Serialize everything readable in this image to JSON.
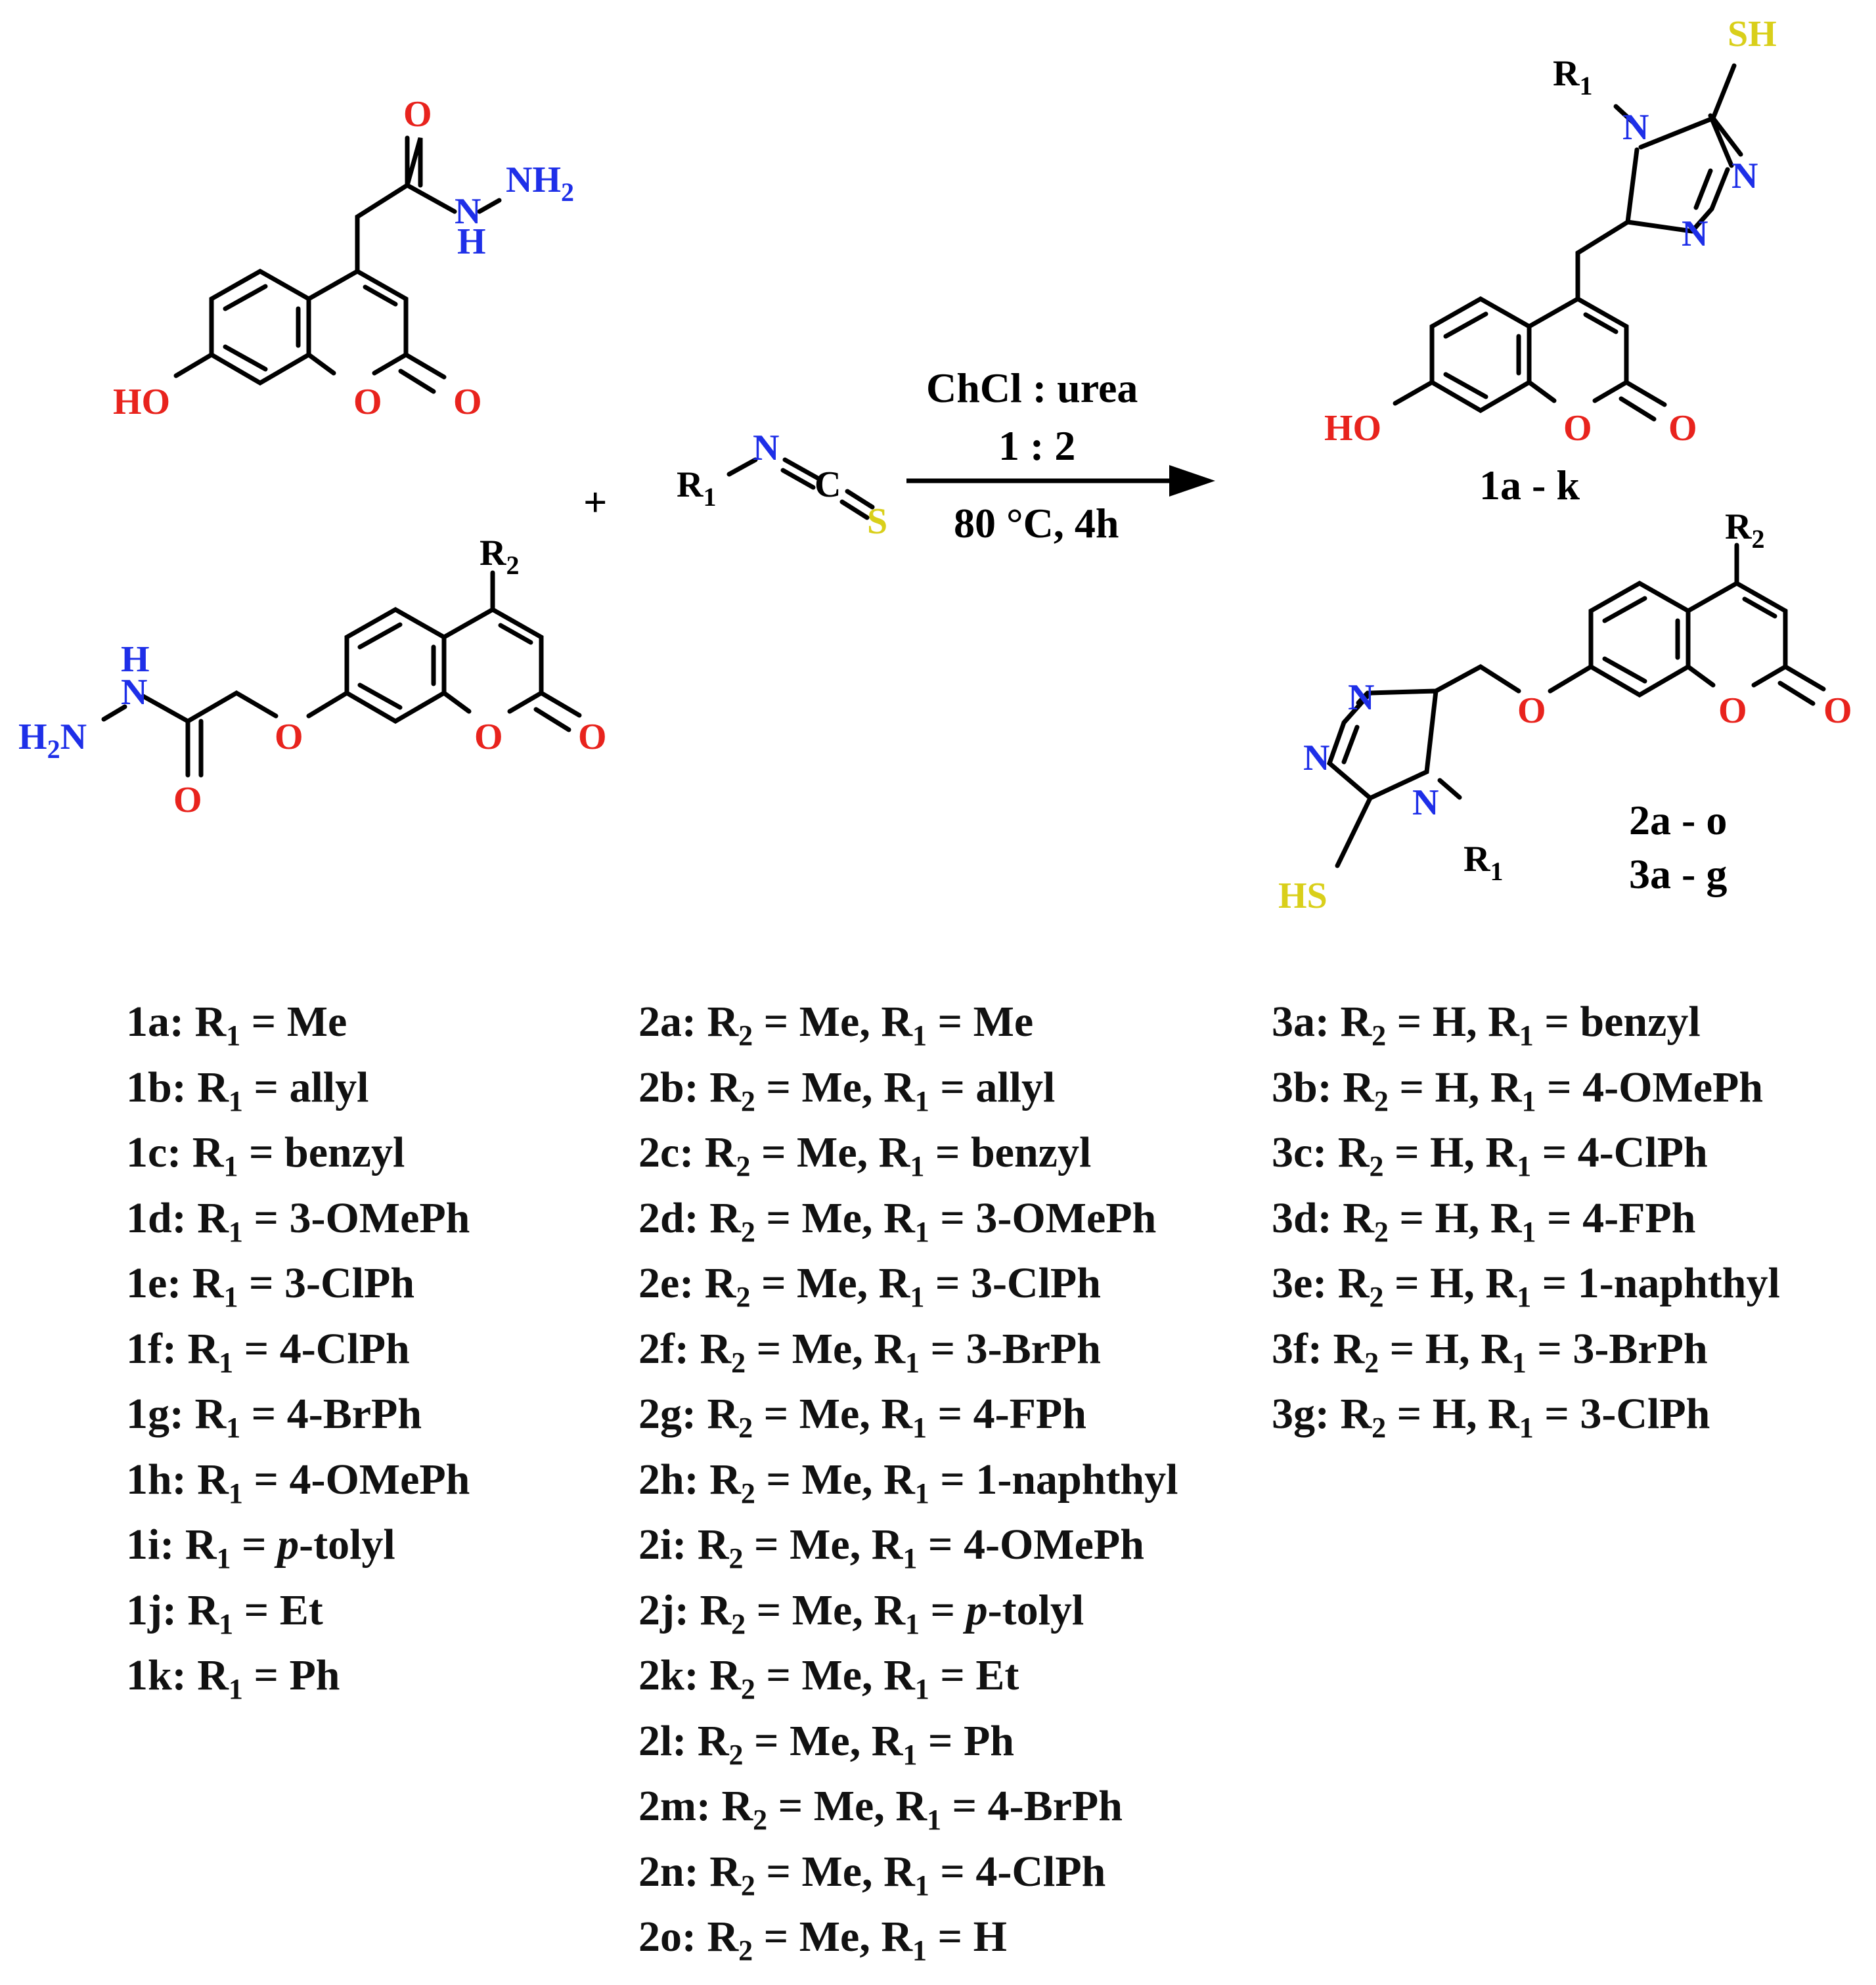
{
  "scheme": {
    "plus": "+",
    "conditions": {
      "line1": "ChCl : urea",
      "line2": "1 : 2",
      "line3": "80 °C, 4h"
    },
    "product_labels": {
      "p1": "1a - k",
      "p2": "2a - o",
      "p3": "3a - g"
    },
    "atoms": {
      "O": "O",
      "N": "N",
      "H": "H",
      "C": "C",
      "S": "S",
      "NH2": "NH",
      "H2": "H",
      "HO": "HO",
      "HS": "HS",
      "SH": "SH",
      "R": "R",
      "sub1": "1",
      "sub2": "2"
    }
  },
  "series1": [
    {
      "id": "1a:",
      "r": "R",
      "s": "1",
      "eq": " = Me"
    },
    {
      "id": "1b:",
      "r": "R",
      "s": "1",
      "eq": " = allyl"
    },
    {
      "id": "1c:",
      "r": "R",
      "s": "1",
      "eq": " = benzyl"
    },
    {
      "id": "1d:",
      "r": "R",
      "s": "1",
      "eq": " = 3-OMePh"
    },
    {
      "id": "1e:",
      "r": "R",
      "s": "1",
      "eq": " = 3-ClPh"
    },
    {
      "id": "1f:",
      "r": "R",
      "s": "1",
      "eq": " = 4-ClPh"
    },
    {
      "id": "1g:",
      "r": "R",
      "s": "1",
      "eq": " = 4-BrPh"
    },
    {
      "id": "1h:",
      "r": "R",
      "s": "1",
      "eq": " = 4-OMePh"
    },
    {
      "id": "1i:",
      "r": "R",
      "s": "1",
      "eq": " = ",
      "it": "p",
      "tail": "-tolyl"
    },
    {
      "id": "1j:",
      "r": "R",
      "s": "1",
      "eq": " = Et"
    },
    {
      "id": "1k:",
      "r": "R",
      "s": "1",
      "eq": " = Ph"
    }
  ],
  "series2": [
    {
      "id": "2a:",
      "v": "Me"
    },
    {
      "id": "2b:",
      "v": "allyl"
    },
    {
      "id": "2c:",
      "v": "benzyl"
    },
    {
      "id": "2d:",
      "v": "3-OMePh"
    },
    {
      "id": "2e:",
      "v": "3-ClPh"
    },
    {
      "id": "2f:",
      "v": "3-BrPh"
    },
    {
      "id": "2g:",
      "v": "4-FPh"
    },
    {
      "id": "2h:",
      "v": "1-naphthyl"
    },
    {
      "id": "2i:",
      "v": "4-OMePh"
    },
    {
      "id": "2j:",
      "it": "p",
      "v": "-tolyl"
    },
    {
      "id": "2k:",
      "v": "Et"
    },
    {
      "id": "2l:",
      "v": "Ph"
    },
    {
      "id": "2m:",
      "v": "4-BrPh"
    },
    {
      "id": "2n:",
      "v": "4-ClPh"
    },
    {
      "id": "2o:",
      "v": "H"
    }
  ],
  "series2_r2": "Me",
  "series3": [
    {
      "id": "3a:",
      "v": "benzyl"
    },
    {
      "id": "3b:",
      "v": "4-OMePh"
    },
    {
      "id": "3c:",
      "v": "4-ClPh"
    },
    {
      "id": "3d:",
      "v": "4-FPh"
    },
    {
      "id": "3e:",
      "v": "1-naphthyl"
    },
    {
      "id": "3f:",
      "v": "3-BrPh"
    },
    {
      "id": "3g:",
      "v": "3-ClPh"
    }
  ],
  "series3_r2": "H",
  "colors": {
    "oxygen": "#e8231d",
    "nitrogen": "#1e2fe8",
    "sulfur": "#d9cf1a",
    "bond": "#000000"
  }
}
